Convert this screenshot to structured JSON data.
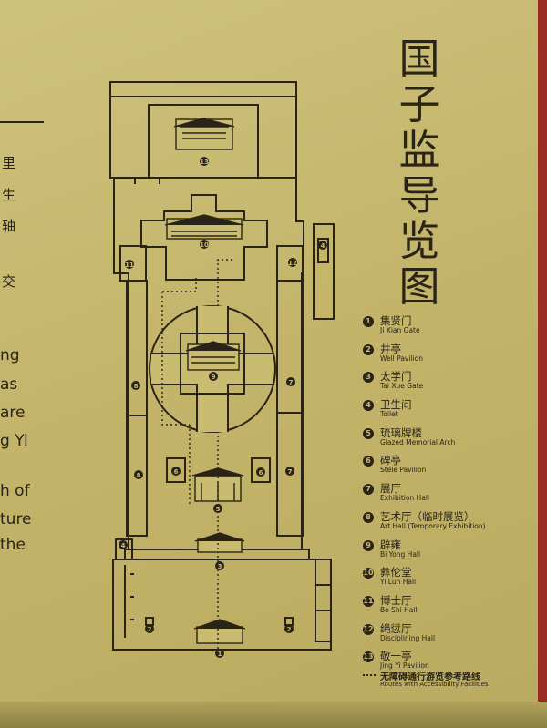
{
  "title_chars": [
    "国",
    "子",
    "监",
    "导",
    "览",
    "图"
  ],
  "left_text": {
    "zh_fragments": [
      "里",
      "生",
      "轴",
      "交"
    ],
    "en_fragments": [
      "ng",
      "as",
      "are",
      "g Yi",
      "h of",
      "ture",
      "the"
    ]
  },
  "map_numbers": {
    "n1": "1",
    "n2": "2",
    "n3": "3",
    "n4": "4",
    "n5": "5",
    "n6": "6",
    "n7": "7",
    "n8": "8",
    "n9": "9",
    "n10": "10",
    "n11": "11",
    "n12": "12",
    "n13": "13"
  },
  "legend": [
    {
      "num": "1",
      "zh": "集贤门",
      "en": "Ji Xian Gate"
    },
    {
      "num": "2",
      "zh": "井亭",
      "en": "Well Pavilion"
    },
    {
      "num": "3",
      "zh": "太学门",
      "en": "Tai Xue Gate"
    },
    {
      "num": "4",
      "zh": "卫生间",
      "en": "Toilet"
    },
    {
      "num": "5",
      "zh": "琉璃牌楼",
      "en": "Glazed Memorial Arch"
    },
    {
      "num": "6",
      "zh": "碑亭",
      "en": "Stele Pavilion"
    },
    {
      "num": "7",
      "zh": "展厅",
      "en": "Exhibition Hall"
    },
    {
      "num": "8",
      "zh": "艺术厅（临时展览）",
      "en": "Art Hall (Temporary Exhibition)"
    },
    {
      "num": "9",
      "zh": "辟雍",
      "en": "Bi Yong Hall"
    },
    {
      "num": "10",
      "zh": "彝伦堂",
      "en": "Yi Lun Hall"
    },
    {
      "num": "11",
      "zh": "博士厅",
      "en": "Bo Shi Hall"
    },
    {
      "num": "12",
      "zh": "绳愆厅",
      "en": "Disciplining Hall"
    },
    {
      "num": "13",
      "zh": "敬一亭",
      "en": "Jing Yi Pavilion"
    }
  ],
  "route": {
    "zh": "无障碍通行游览参考路线",
    "en": "Routes with Accessibility Facilities"
  }
}
